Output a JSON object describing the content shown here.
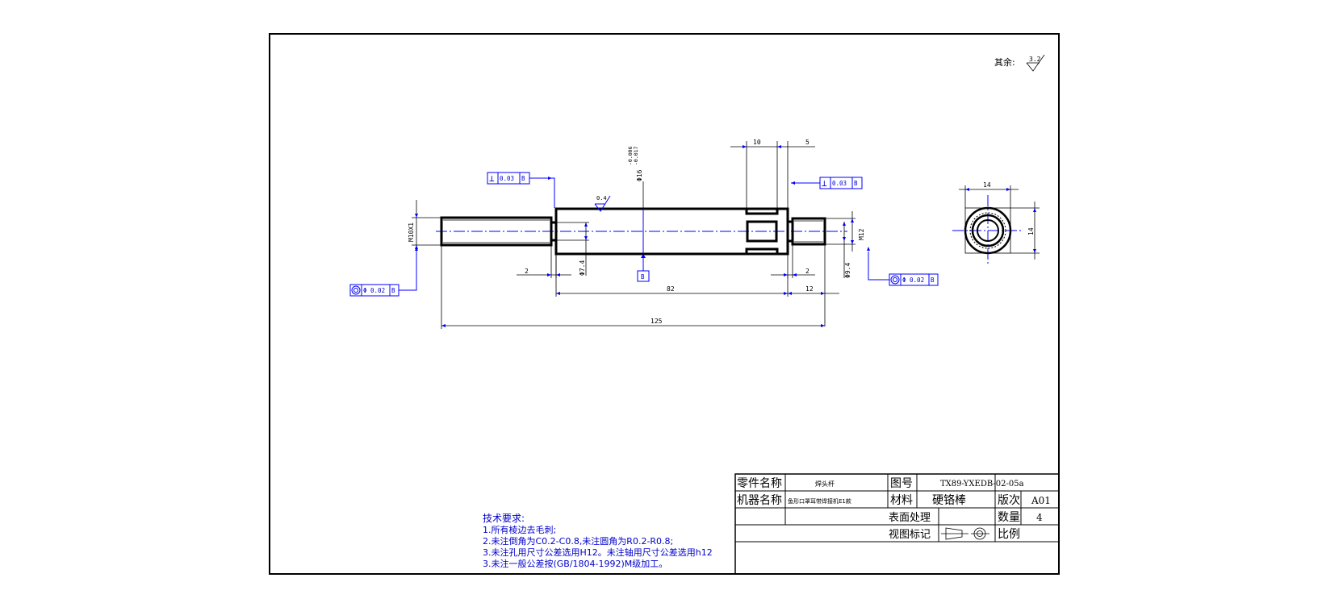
{
  "roughness": {
    "label": "其余:",
    "value": "3.2"
  },
  "dimensions": {
    "d_10": "10",
    "d_5": "5",
    "d_phi16_main": "Φ16",
    "d_phi16_tol_upper": "-0.006",
    "d_phi16_tol_lower": "-0.017",
    "d_m10x1": "M10X1",
    "d_phi74": "Φ7.4",
    "d_2_left": "2",
    "d_2_right": "2",
    "d_32": "82",
    "d_12": "12",
    "d_125": "125",
    "d_m12": "M12",
    "d_phi94": "Φ9.4",
    "d_14_top": "14",
    "d_14_side": "14",
    "roughness_local": "0.4"
  },
  "tolerance_frames": {
    "perp_left": {
      "symbol": "⊥",
      "value": "0.03",
      "datum": "B"
    },
    "perp_right": {
      "symbol": "⊥",
      "value": "0.03",
      "datum": "B"
    },
    "conc_left": {
      "symbol": "◎",
      "value": "Φ 0.02",
      "datum": "B"
    },
    "conc_right": {
      "symbol": "◎",
      "value": "Φ 0.02",
      "datum": "B"
    },
    "datum_label": "B"
  },
  "notes": {
    "title": "技术要求:",
    "lines": [
      "1.所有棱边去毛刺;",
      "2.未注倒角为C0.2-C0.8,未注圆角为R0.2-R0.8;",
      "3.未注孔用尺寸公差选用H12。未注轴用尺寸公差选用h12",
      "3.未注一般公差按(GB/1804-1992)M级加工。"
    ]
  },
  "title_block": {
    "part_name_label": "零件名称",
    "part_name_value": "焊头杆",
    "drawing_no_label": "图号",
    "drawing_no_value": "TX89-YXEDB-02-05a",
    "machine_name_label": "机器名称",
    "machine_name_value": "鱼形口罩耳带焊接机E1款",
    "material_label": "材料",
    "material_value": "硬铬棒",
    "version_label": "版次",
    "version_value": "A01",
    "surface_label": "表面处理",
    "qty_label": "数量",
    "qty_value": "4",
    "view_label": "视图标记",
    "scale_label": "比例"
  }
}
